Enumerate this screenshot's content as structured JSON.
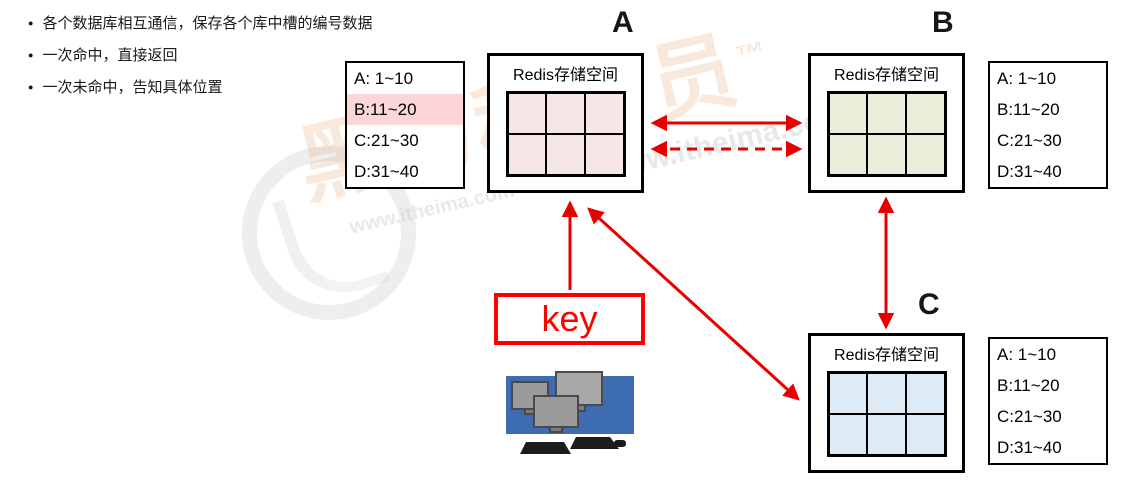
{
  "notes": {
    "items": [
      "各个数据库相互通信，保存各个库中槽的编号数据",
      "一次命中，直接返回",
      "一次未命中，告知具体位置"
    ]
  },
  "nodes": {
    "a": {
      "label": "A",
      "title": "Redis存储空间"
    },
    "b": {
      "label": "B",
      "title": "Redis存储空间"
    },
    "c": {
      "label": "C",
      "title": "Redis存储空间"
    }
  },
  "slots": [
    "A: 1~10",
    "B:11~20",
    "C:21~30",
    "D:31~40"
  ],
  "highlighted_slot": "B:11~20",
  "key": {
    "label": "key"
  },
  "watermark": {
    "brand": "黑马程序员",
    "tm": "™",
    "url": "www.itheima.com"
  },
  "colors": {
    "arrow": "#e60000",
    "key_border": "#ff0000",
    "highlight": "#fcd6d6",
    "grid_a": "#f6e6e6",
    "grid_b": "#e9edd9",
    "grid_c": "#dcebf5"
  }
}
